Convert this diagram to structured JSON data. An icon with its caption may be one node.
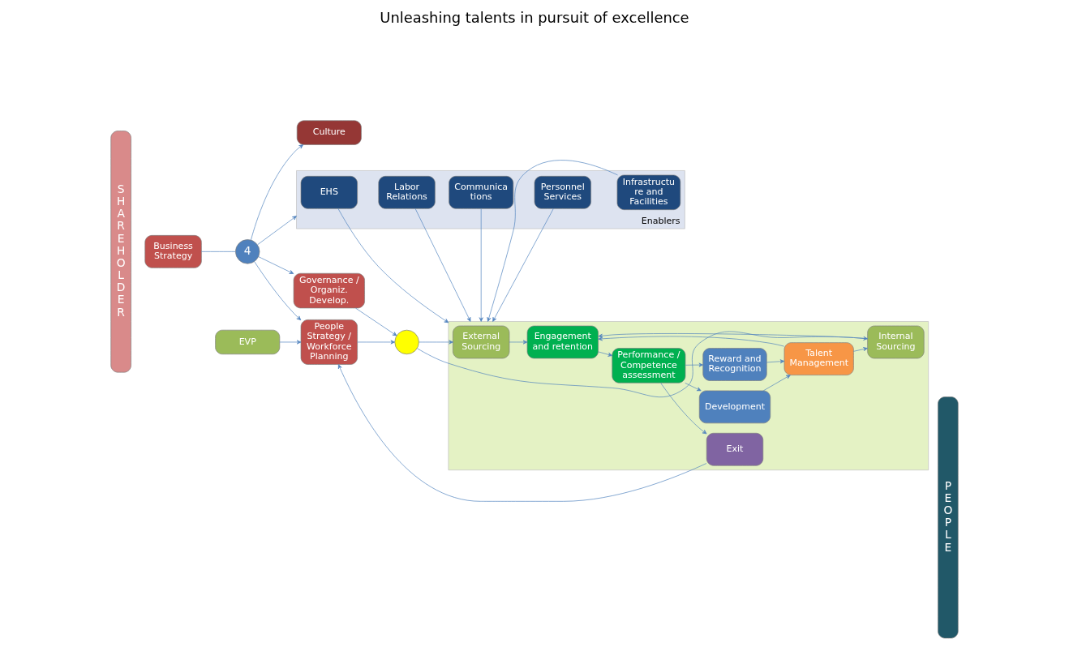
{
  "diagram": {
    "title": "Unleashing talents in pursuit of excellence",
    "nodes": [
      {
        "text": [
          "SHAREHOLDER"
        ]
      },
      {
        "text": [
          "Business Strategy"
        ]
      },
      {
        "text": [
          "EVP"
        ]
      },
      {
        "text": [
          "4"
        ]
      },
      {
        "text": [
          "People Strategy / Workforce Planning"
        ]
      },
      {
        "text": [
          "Governance / Organiz. Develop."
        ]
      },
      {
        "text": [],
        "shape": "circle"
      },
      {
        "text": [],
        "shape": "box"
      },
      {
        "text": [
          "External Sourcing"
        ],
        "in": 7
      },
      {
        "text": [
          "Internal Sourcing"
        ],
        "in": 7
      },
      {
        "text": [
          "Engagement and retention"
        ],
        "in": 7
      },
      {
        "text": [
          "Performance / Competence assessment"
        ],
        "in": 7
      },
      {
        "text": [
          "Exit"
        ],
        "in": 7
      },
      {
        "text": [
          "Development"
        ],
        "in": 7
      },
      {
        "text": [
          "Reward and Recognition"
        ],
        "in": 7
      },
      {
        "text": [
          "Talent Management"
        ],
        "in": 7
      },
      {
        "text": [
          "Enablers"
        ]
      },
      {
        "text": [
          "EHS"
        ],
        "in": 16
      },
      {
        "text": [
          "Labor Relations"
        ],
        "in": 16
      },
      {
        "text": [
          "Communica tions"
        ],
        "in": 16
      },
      {
        "text": [
          "Personnel Services"
        ],
        "in": 16
      },
      {
        "text": [
          "Infrastructu re and Facilities"
        ],
        "in": 16
      },
      {
        "text": [
          "Culture"
        ]
      },
      {
        "text": [
          "PEOPLE"
        ]
      }
    ],
    "edges": [
      {
        "from": 1,
        "to": 3,
        "arrow": "none"
      },
      {
        "from": 2,
        "to": 4,
        "arrow": "to"
      },
      {
        "from": 12,
        "to": 4,
        "arrow": "to"
      },
      {
        "from": 3,
        "to": 4,
        "arrow": "to"
      },
      {
        "from": 3,
        "to": 5,
        "arrow": "to"
      },
      {
        "from": 3,
        "to": 16,
        "arrow": "to"
      },
      {
        "from": 3,
        "to": 22,
        "arrow": "to"
      },
      {
        "from": 4,
        "to": 6,
        "arrow": "to"
      },
      {
        "from": 5,
        "to": 6,
        "arrow": "to"
      },
      {
        "from": 6,
        "to": 8,
        "arrow": "to"
      },
      {
        "from": 6,
        "to": 9,
        "arrow": "to"
      },
      {
        "from": 8,
        "to": 10,
        "arrow": "to"
      },
      {
        "from": 9,
        "to": 10,
        "arrow": "to"
      },
      {
        "from": 10,
        "to": 11,
        "arrow": "to"
      },
      {
        "from": 11,
        "to": 12,
        "arrow": "to"
      },
      {
        "from": 11,
        "to": 13,
        "arrow": "to"
      },
      {
        "from": 11,
        "to": 14,
        "arrow": "to"
      },
      {
        "from": 13,
        "to": 15,
        "arrow": "to"
      },
      {
        "from": 14,
        "to": 15,
        "arrow": "to"
      },
      {
        "from": 15,
        "to": 10,
        "arrow": "to"
      },
      {
        "from": 15,
        "to": 9,
        "arrow": "to"
      },
      {
        "from": 17,
        "to": 7,
        "arrow": "to"
      },
      {
        "from": 18,
        "to": 7,
        "arrow": "to"
      },
      {
        "from": 19,
        "to": 7,
        "arrow": "to"
      },
      {
        "from": 20,
        "to": 7,
        "arrow": "to"
      },
      {
        "from": 21,
        "to": 7,
        "arrow": "to"
      }
    ]
  }
}
